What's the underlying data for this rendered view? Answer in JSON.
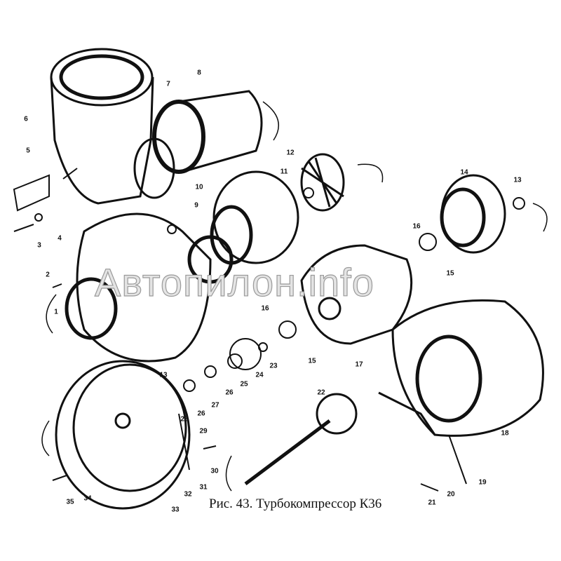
{
  "caption": "Рис. 43. Турбокомпрессор К36",
  "watermark": "Автопилон.info",
  "labels": {
    "p1": "1",
    "p2": "2",
    "p3": "3",
    "p4": "4",
    "p5": "5",
    "p6": "6",
    "p9": "9",
    "p7": "7",
    "p8": "8",
    "p10": "10",
    "p11": "11",
    "p12": "12",
    "p13a": "13",
    "p14": "14",
    "p13b": "13",
    "p16a": "16",
    "p15a": "15",
    "p16b": "16",
    "p15b": "15",
    "p17": "17",
    "p18": "18",
    "p19": "19",
    "p20": "20",
    "p21": "21",
    "p22": "22",
    "p23": "23",
    "p24": "24",
    "p25": "25",
    "p26a": "26",
    "p27": "27",
    "p26b": "26",
    "p28": "28",
    "p29": "29",
    "p30": "30",
    "p31": "31",
    "p32": "32",
    "p33": "33",
    "p34": "34",
    "p35": "35"
  }
}
